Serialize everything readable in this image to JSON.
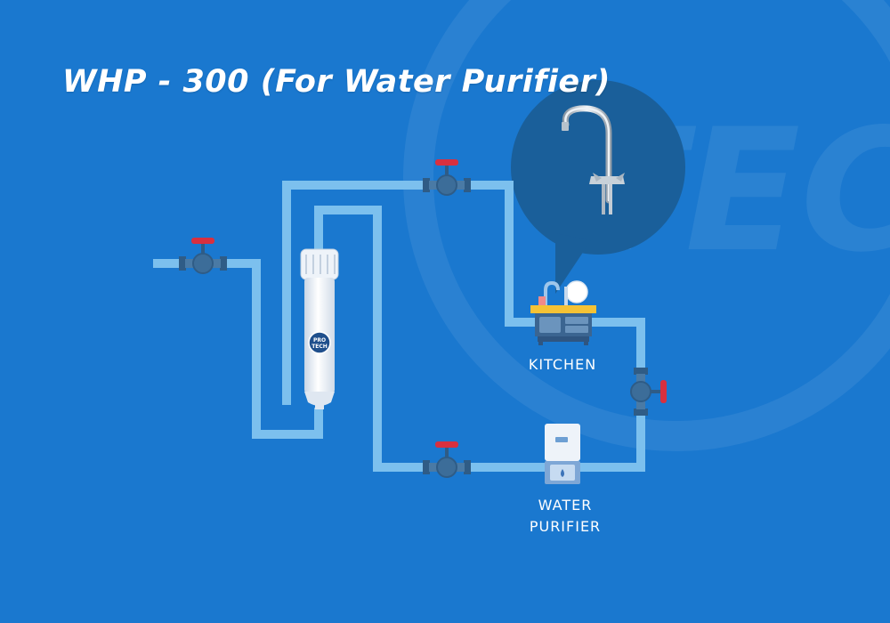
{
  "title": "WHP - 300 (For Water Purifier)",
  "labels": {
    "kitchen": "KITCHEN",
    "water_purifier_line1": "WATER",
    "water_purifier_line2": "PURIFIER"
  },
  "filter_badge": {
    "line1": "PRO",
    "line2": "TECH"
  },
  "watermark": "TECH",
  "icons": [
    "valve-icon",
    "filter-cartridge-icon",
    "faucet-icon",
    "kitchen-sink-icon",
    "water-purifier-icon"
  ],
  "colors": {
    "background": "#1a78cf",
    "pipe": "#7cc0ee",
    "valve_body": "#2f5c86",
    "valve_handle": "#d8303f",
    "bubble": "#1a5f9a"
  }
}
